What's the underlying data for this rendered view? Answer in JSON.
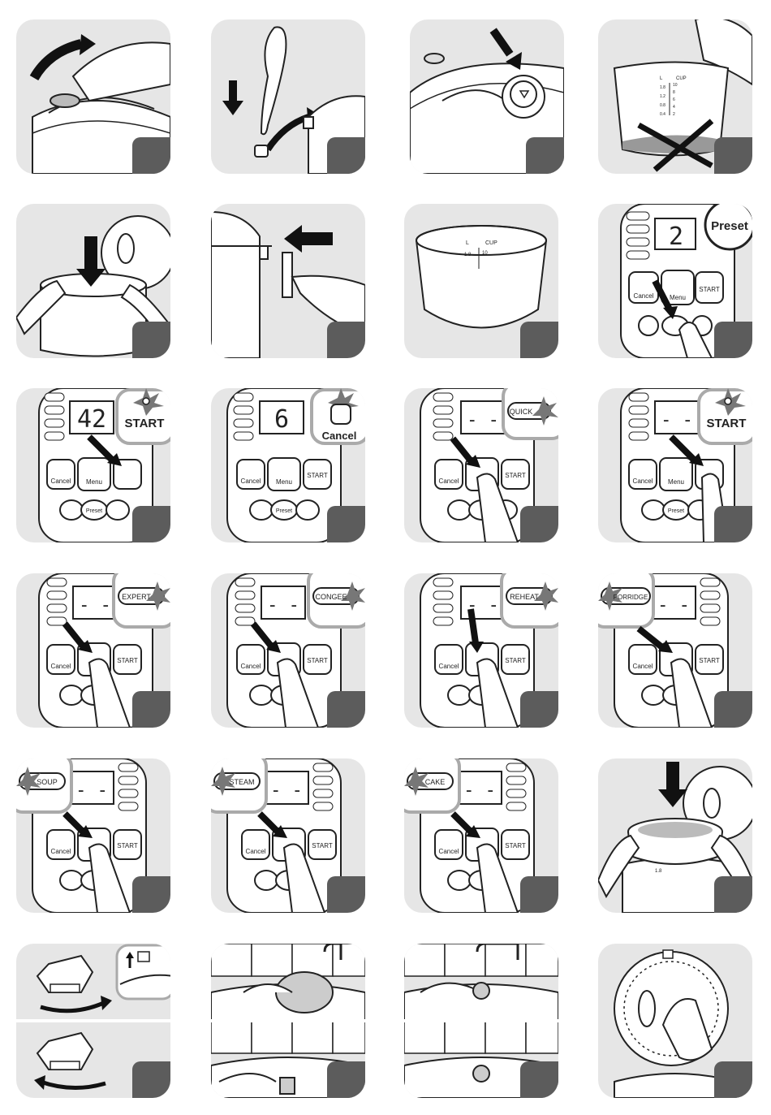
{
  "panel": {
    "lcd_42": "42",
    "lcd_2": "2",
    "lcd_6": "6",
    "lcd_dash": "- -",
    "btn_cancel": "Cancel",
    "btn_menu": "Menu",
    "btn_start": "START",
    "btn_preset": "Preset",
    "btn_quick": "QUICK",
    "btn_expert": "EXPERT",
    "btn_congee": "CONGEE",
    "btn_reheat": "REHEAT",
    "btn_porridge": "PORRIDGE",
    "btn_soup": "SOUP",
    "btn_steam": "STEAM",
    "btn_cake": "CAKE"
  },
  "bowl_scale": {
    "l_header": "L",
    "cup_header": "CUP",
    "marks": [
      "1.8",
      "1.2",
      "0.8",
      "0.4"
    ],
    "cups": [
      "10",
      "8",
      "6",
      "4",
      "2"
    ]
  },
  "icons": [
    "hand-icon",
    "arrow-icon",
    "spoon-icon",
    "valve-icon",
    "bowl-icon",
    "control-panel-icon",
    "steamer-basket-icon",
    "faucet-icon",
    "lid-icon"
  ]
}
